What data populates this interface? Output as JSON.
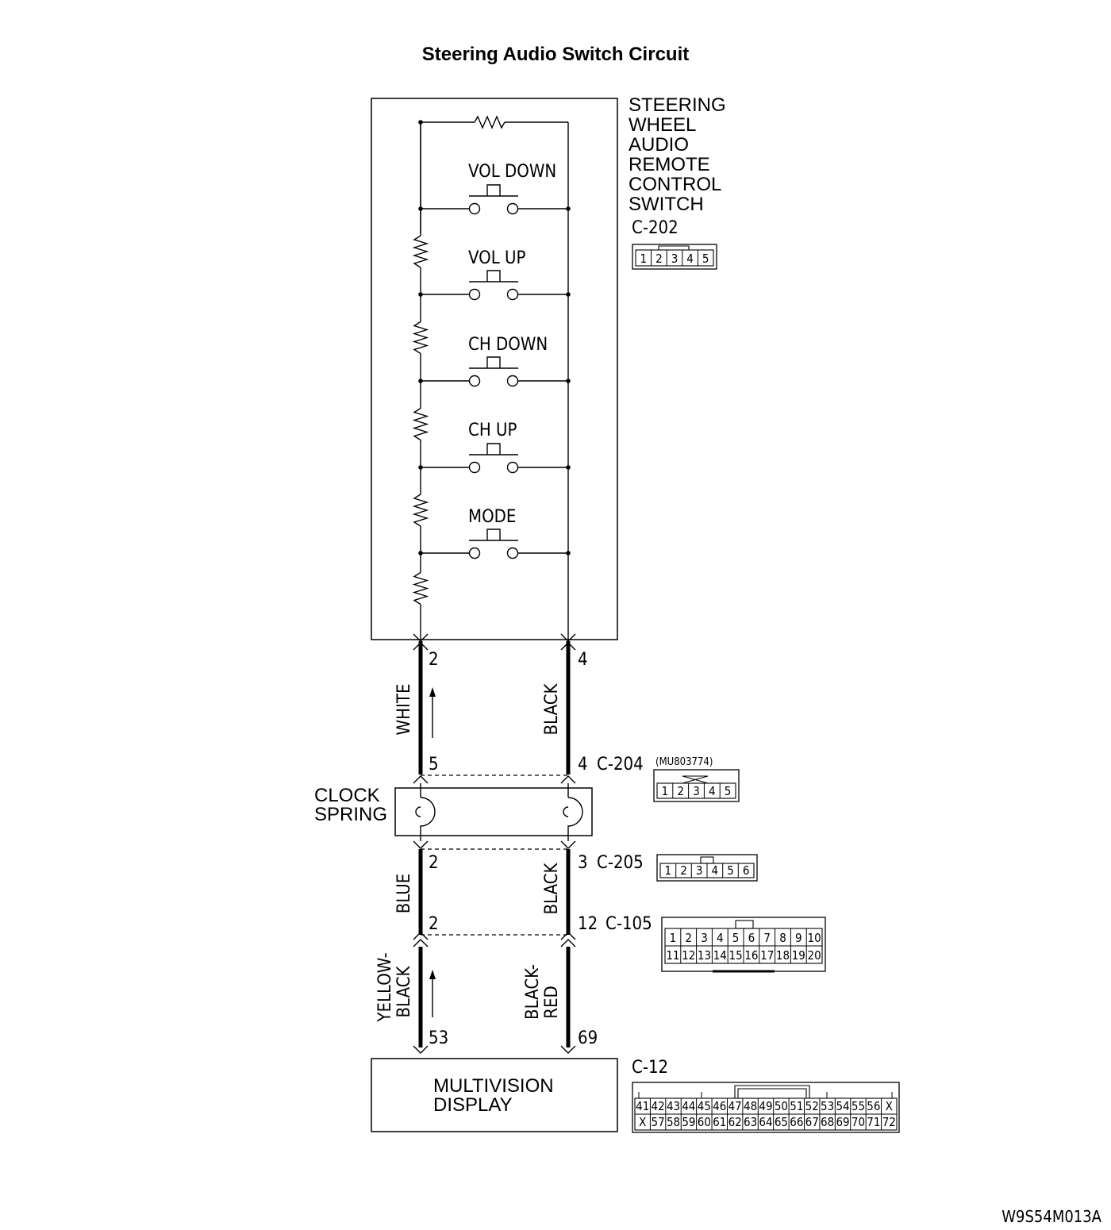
{
  "title": "Steering Audio Switch Circuit",
  "switch_unit": {
    "label_lines": [
      "STEERING",
      "WHEEL",
      "AUDIO",
      "REMOTE",
      "CONTROL",
      "SWITCH"
    ],
    "connector_id": "C-202",
    "connector_pins": [
      "1",
      "2",
      "3",
      "4",
      "5"
    ]
  },
  "switches": [
    {
      "label": "VOL DOWN"
    },
    {
      "label": "VOL UP"
    },
    {
      "label": "CH DOWN"
    },
    {
      "label": "CH UP"
    },
    {
      "label": "MODE"
    }
  ],
  "pins": {
    "top_left": "2",
    "top_right": "4",
    "c204_left": "5",
    "c204_right": "4",
    "c205_left": "2",
    "c205_right": "3",
    "c105_left": "2",
    "c105_right": "12",
    "bottom_left": "53",
    "bottom_right": "69"
  },
  "wires": {
    "upper_left": "WHITE",
    "upper_right": "BLACK",
    "middle_left": "BLUE",
    "middle_right": "BLACK",
    "lower_left_1": "YELLOW-",
    "lower_left_2": "BLACK",
    "lower_right_1": "BLACK-",
    "lower_right_2": "RED"
  },
  "clock_spring": {
    "line1": "CLOCK",
    "line2": "SPRING"
  },
  "connectors": {
    "c204": {
      "id": "C-204",
      "part_no": "(MU803774)",
      "pins": [
        "1",
        "2",
        "3",
        "4",
        "5"
      ]
    },
    "c205": {
      "id": "C-205",
      "pins": [
        "1",
        "2",
        "3",
        "4",
        "5",
        "6"
      ]
    },
    "c105": {
      "id": "C-105",
      "row1": [
        "1",
        "2",
        "3",
        "4",
        "5",
        "6",
        "7",
        "8",
        "9",
        "10"
      ],
      "row2": [
        "11",
        "12",
        "13",
        "14",
        "15",
        "16",
        "17",
        "18",
        "19",
        "20"
      ]
    },
    "c12": {
      "id": "C-12",
      "row1": [
        "41",
        "42",
        "43",
        "44",
        "45",
        "46",
        "47",
        "48",
        "49",
        "50",
        "51",
        "52",
        "53",
        "54",
        "55",
        "56",
        "X"
      ],
      "row2": [
        "X",
        "57",
        "58",
        "59",
        "60",
        "61",
        "62",
        "63",
        "64",
        "65",
        "66",
        "67",
        "68",
        "69",
        "70",
        "71",
        "72"
      ]
    }
  },
  "display": {
    "line1": "MULTIVISION",
    "line2": "DISPLAY"
  },
  "figure_code": "W9S54M013A"
}
